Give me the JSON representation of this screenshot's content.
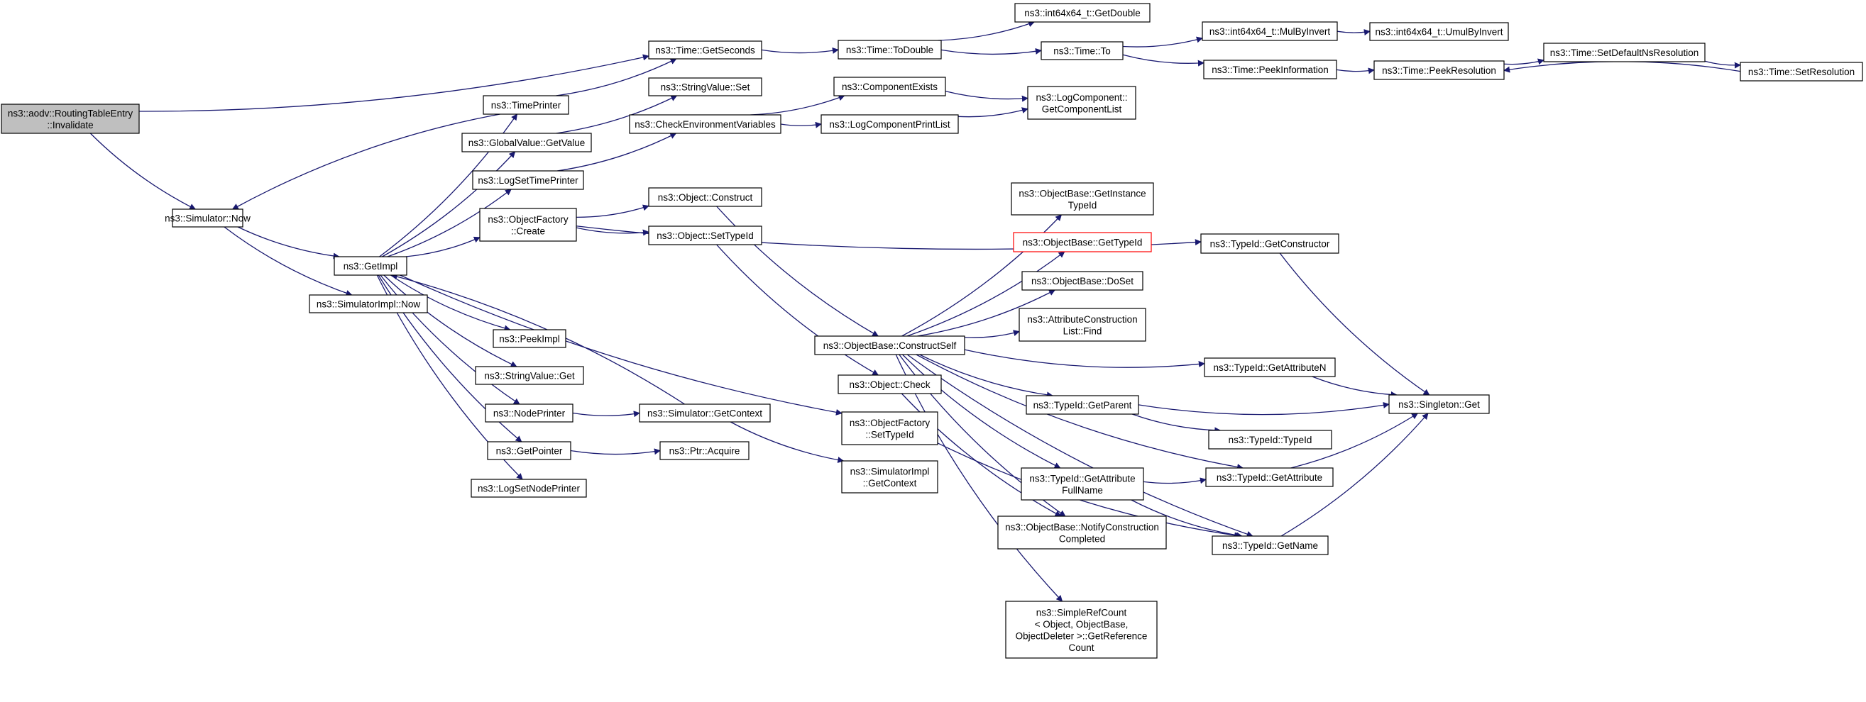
{
  "colors": {
    "edge": "#191970",
    "box_border": "#000000",
    "root_fill": "#bfbfbf",
    "node_fill": "#ffffff",
    "highlight_border": "#ff0000"
  },
  "nodes": {
    "invalidate": {
      "lines": [
        "ns3::aodv::RoutingTableEntry",
        "::Invalidate"
      ],
      "highlight": "root"
    },
    "sim_now": {
      "lines": [
        "ns3::Simulator::Now"
      ]
    },
    "get_impl": {
      "lines": [
        "ns3::GetImpl"
      ]
    },
    "simimpl_now": {
      "lines": [
        "ns3::SimulatorImpl::Now"
      ]
    },
    "time_printer": {
      "lines": [
        "ns3::TimePrinter"
      ]
    },
    "gv_getvalue": {
      "lines": [
        "ns3::GlobalValue::GetValue"
      ]
    },
    "log_set_time_printer": {
      "lines": [
        "ns3::LogSetTimePrinter"
      ]
    },
    "objfactory_create": {
      "lines": [
        "ns3::ObjectFactory",
        "::Create"
      ]
    },
    "peek_impl": {
      "lines": [
        "ns3::PeekImpl"
      ]
    },
    "stringvalue_get": {
      "lines": [
        "ns3::StringValue::Get"
      ]
    },
    "node_printer": {
      "lines": [
        "ns3::NodePrinter"
      ]
    },
    "get_pointer": {
      "lines": [
        "ns3::GetPointer"
      ]
    },
    "log_set_node_printer": {
      "lines": [
        "ns3::LogSetNodePrinter"
      ]
    },
    "time_get_seconds": {
      "lines": [
        "ns3::Time::GetSeconds"
      ]
    },
    "stringvalue_set": {
      "lines": [
        "ns3::StringValue::Set"
      ]
    },
    "check_env_vars": {
      "lines": [
        "ns3::CheckEnvironmentVariables"
      ]
    },
    "object_construct": {
      "lines": [
        "ns3::Object::Construct"
      ]
    },
    "object_set_typeid": {
      "lines": [
        "ns3::Object::SetTypeId"
      ]
    },
    "sim_get_context": {
      "lines": [
        "ns3::Simulator::GetContext"
      ]
    },
    "ptr_acquire": {
      "lines": [
        "ns3::Ptr::Acquire"
      ]
    },
    "time_to_double": {
      "lines": [
        "ns3::Time::ToDouble"
      ]
    },
    "component_exists": {
      "lines": [
        "ns3::ComponentExists"
      ]
    },
    "log_component_print_list": {
      "lines": [
        "ns3::LogComponentPrintList"
      ]
    },
    "objectbase_construct_self": {
      "lines": [
        "ns3::ObjectBase::ConstructSelf"
      ]
    },
    "object_check": {
      "lines": [
        "ns3::Object::Check"
      ]
    },
    "objfactory_set_typeid": {
      "lines": [
        "ns3::ObjectFactory",
        "::SetTypeId"
      ]
    },
    "simimpl_get_context": {
      "lines": [
        "ns3::SimulatorImpl",
        "::GetContext"
      ]
    },
    "int64_get_double": {
      "lines": [
        "ns3::int64x64_t::GetDouble"
      ]
    },
    "time_to": {
      "lines": [
        "ns3::Time::To"
      ]
    },
    "log_get_component_list": {
      "lines": [
        "ns3::LogComponent::",
        "GetComponentList"
      ]
    },
    "ob_get_instance_typeid": {
      "lines": [
        "ns3::ObjectBase::GetInstance",
        "TypeId"
      ]
    },
    "ob_get_typeid": {
      "lines": [
        "ns3::ObjectBase::GetTypeId"
      ],
      "highlight": "red"
    },
    "ob_doset": {
      "lines": [
        "ns3::ObjectBase::DoSet"
      ]
    },
    "attr_construction_find": {
      "lines": [
        "ns3::AttributeConstruction",
        "List::Find"
      ]
    },
    "typeid_get_parent": {
      "lines": [
        "ns3::TypeId::GetParent"
      ]
    },
    "typeid_get_attribute_fullname": {
      "lines": [
        "ns3::TypeId::GetAttribute",
        "FullName"
      ]
    },
    "ob_notify_construction_completed": {
      "lines": [
        "ns3::ObjectBase::NotifyConstruction",
        "Completed"
      ]
    },
    "simple_ref_count": {
      "lines": [
        "ns3::SimpleRefCount",
        "< Object, ObjectBase,",
        " ObjectDeleter >::GetReference",
        "Count"
      ]
    },
    "int64_mul_by_invert": {
      "lines": [
        "ns3::int64x64_t::MulByInvert"
      ]
    },
    "time_peek_information": {
      "lines": [
        "ns3::Time::PeekInformation"
      ]
    },
    "typeid_get_constructor": {
      "lines": [
        "ns3::TypeId::GetConstructor"
      ]
    },
    "typeid_get_attribute_n": {
      "lines": [
        "ns3::TypeId::GetAttributeN"
      ]
    },
    "typeid_typeid": {
      "lines": [
        "ns3::TypeId::TypeId"
      ]
    },
    "typeid_get_attribute": {
      "lines": [
        "ns3::TypeId::GetAttribute"
      ]
    },
    "typeid_get_name": {
      "lines": [
        "ns3::TypeId::GetName"
      ]
    },
    "int64_umul_by_invert": {
      "lines": [
        "ns3::int64x64_t::UmulByInvert"
      ]
    },
    "time_peek_resolution": {
      "lines": [
        "ns3::Time::PeekResolution"
      ]
    },
    "singleton_get": {
      "lines": [
        "ns3::Singleton::Get"
      ]
    },
    "time_set_default_ns_resolution": {
      "lines": [
        "ns3::Time::SetDefaultNsResolution"
      ]
    },
    "time_set_resolution": {
      "lines": [
        "ns3::Time::SetResolution"
      ]
    }
  },
  "edges": [
    [
      "invalidate",
      "sim_now"
    ],
    [
      "invalidate",
      "time_get_seconds"
    ],
    [
      "sim_now",
      "get_impl"
    ],
    [
      "sim_now",
      "simimpl_now"
    ],
    [
      "get_impl",
      "time_printer"
    ],
    [
      "get_impl",
      "gv_getvalue"
    ],
    [
      "get_impl",
      "log_set_time_printer"
    ],
    [
      "get_impl",
      "objfactory_create"
    ],
    [
      "get_impl",
      "peek_impl"
    ],
    [
      "get_impl",
      "stringvalue_get"
    ],
    [
      "get_impl",
      "node_printer"
    ],
    [
      "get_impl",
      "get_pointer"
    ],
    [
      "get_impl",
      "log_set_node_printer"
    ],
    [
      "get_impl",
      "objfactory_set_typeid"
    ],
    [
      "time_printer",
      "sim_now"
    ],
    [
      "time_printer",
      "time_get_seconds"
    ],
    [
      "gv_getvalue",
      "stringvalue_set"
    ],
    [
      "log_set_time_printer",
      "check_env_vars"
    ],
    [
      "objfactory_create",
      "object_construct"
    ],
    [
      "objfactory_create",
      "object_set_typeid"
    ],
    [
      "objfactory_create",
      "typeid_get_constructor"
    ],
    [
      "node_printer",
      "sim_get_context"
    ],
    [
      "get_pointer",
      "ptr_acquire"
    ],
    [
      "sim_get_context",
      "get_impl"
    ],
    [
      "sim_get_context",
      "simimpl_get_context"
    ],
    [
      "time_get_seconds",
      "time_to_double"
    ],
    [
      "time_to_double",
      "int64_get_double"
    ],
    [
      "time_to_double",
      "time_to"
    ],
    [
      "time_to",
      "int64_mul_by_invert"
    ],
    [
      "time_to",
      "time_peek_information"
    ],
    [
      "int64_mul_by_invert",
      "int64_umul_by_invert"
    ],
    [
      "time_peek_information",
      "time_peek_resolution"
    ],
    [
      "time_peek_resolution",
      "time_set_default_ns_resolution"
    ],
    [
      "time_set_default_ns_resolution",
      "time_set_resolution"
    ],
    [
      "time_set_resolution",
      "time_peek_resolution"
    ],
    [
      "check_env_vars",
      "component_exists"
    ],
    [
      "check_env_vars",
      "log_component_print_list"
    ],
    [
      "component_exists",
      "log_get_component_list"
    ],
    [
      "log_component_print_list",
      "log_get_component_list"
    ],
    [
      "object_construct",
      "objectbase_construct_self"
    ],
    [
      "object_set_typeid",
      "object_check"
    ],
    [
      "objectbase_construct_self",
      "ob_get_instance_typeid"
    ],
    [
      "objectbase_construct_self",
      "ob_get_typeid"
    ],
    [
      "objectbase_construct_self",
      "ob_doset"
    ],
    [
      "objectbase_construct_self",
      "attr_construction_find"
    ],
    [
      "objectbase_construct_self",
      "typeid_get_attribute_n"
    ],
    [
      "objectbase_construct_self",
      "typeid_get_parent"
    ],
    [
      "objectbase_construct_self",
      "typeid_get_attribute"
    ],
    [
      "objectbase_construct_self",
      "typeid_get_attribute_fullname"
    ],
    [
      "objectbase_construct_self",
      "ob_notify_construction_completed"
    ],
    [
      "objectbase_construct_self",
      "simple_ref_count"
    ],
    [
      "objectbase_construct_self",
      "typeid_get_name"
    ],
    [
      "object_check",
      "ob_notify_construction_completed"
    ],
    [
      "objfactory_set_typeid",
      "typeid_get_name"
    ],
    [
      "typeid_get_constructor",
      "singleton_get"
    ],
    [
      "typeid_get_attribute_n",
      "singleton_get"
    ],
    [
      "typeid_get_parent",
      "singleton_get"
    ],
    [
      "typeid_get_parent",
      "typeid_typeid"
    ],
    [
      "typeid_get_attribute",
      "singleton_get"
    ],
    [
      "typeid_get_attribute_fullname",
      "typeid_get_attribute"
    ],
    [
      "typeid_get_attribute_fullname",
      "typeid_get_name"
    ],
    [
      "typeid_get_name",
      "singleton_get"
    ]
  ]
}
